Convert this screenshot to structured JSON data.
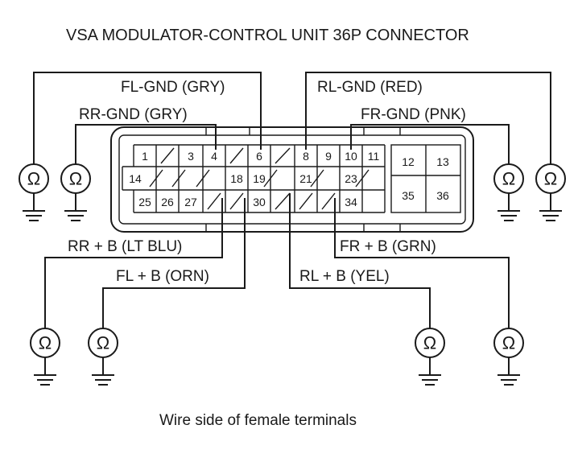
{
  "title": "VSA MODULATOR-CONTROL UNIT 36P CONNECTOR",
  "caption": "Wire side of female terminals",
  "ohm_symbol": "Ω",
  "wires": {
    "fl_gnd": "FL-GND (GRY)",
    "rr_gnd": "RR-GND (GRY)",
    "rl_gnd": "RL-GND (RED)",
    "fr_gnd": "FR-GND (PNK)",
    "rr_b": "RR  + B (LT BLU)",
    "fl_b": "FL  + B (ORN)",
    "fr_b": "FR  + B (GRN)",
    "rl_b": "RL  + B (YEL)"
  },
  "pins": {
    "p1": "1",
    "p3": "3",
    "p4": "4",
    "p6": "6",
    "p8": "8",
    "p9": "9",
    "p10": "10",
    "p11": "11",
    "p12": "12",
    "p13": "13",
    "p14": "14",
    "p18": "18",
    "p19": "19",
    "p21": "21",
    "p23": "23",
    "p25": "25",
    "p26": "26",
    "p27": "27",
    "p30": "30",
    "p34": "34",
    "p35": "35",
    "p36": "36"
  }
}
